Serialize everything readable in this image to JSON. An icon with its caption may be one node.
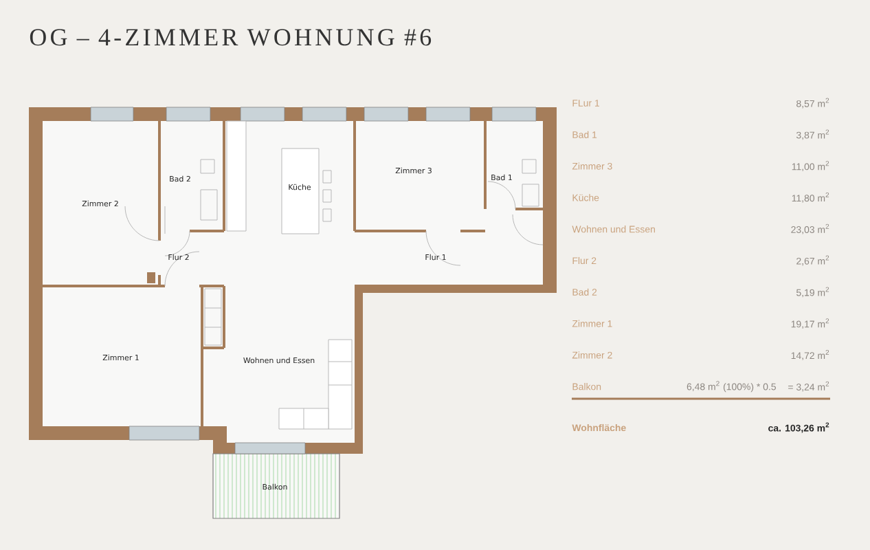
{
  "diagram": {
    "title": "OG – 4-ZIMMER WOHNUNG #6",
    "labels": [
      "Bad 2",
      "Küche",
      "Zimmer 3",
      "Bad 1",
      "Zimmer 2",
      "Flur 2",
      "Flur 1",
      "Zimmer 1",
      "Wohnen und Essen",
      "Balkon",
      "FLur 1",
      "8,57 m$^{2}$",
      "Bad 1",
      "3,87 m$^{2}$",
      "Zimmer 3",
      "11,00 m$^{2}$",
      "Küche",
      "11,80 m$^{2}$",
      "Wohnen und Essen",
      "23,03 m$^{2}$",
      "Flur 2",
      "2,67 m$^{2}$",
      "Bad 2",
      "5,19 m$^{2}$",
      "Zimmer 1",
      "19,17 m$^{2}$",
      "Zimmer 2",
      "14,72 m$^{2}$",
      "Balkon",
      "6,48 m$^{2}$ (100%) * 0.5",
      "= 3,24 m$^{2}$",
      "Wohnfläche",
      "ca. 103,26 m$^{2}$"
    ]
  }
}
